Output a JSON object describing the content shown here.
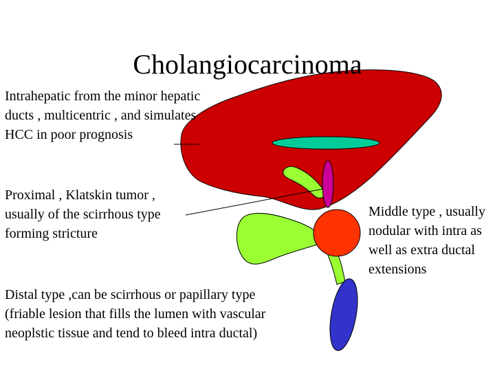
{
  "title": "Cholangiocarcinoma",
  "labels": {
    "intrahepatic": "Intrahepatic from the minor hepatic ducts , multicentric , and simulates HCC in poor prognosis",
    "proximal": "Proximal , Klatskin tumor , usually of the scirrhous type forming stricture",
    "middle": "Middle type , usually nodular with intra as well as extra ductal extensions",
    "distal": "Distal type ,can be scirrhous or papillary type (friable lesion that fills the lumen with vascular neoplstic tissue and tend to bleed intra ductal)"
  },
  "colors": {
    "liver": "#cc0000",
    "gallbladder": "#99ff33",
    "intrahepatic_ducts": "#00cc99",
    "proximal_tumor": "#cc0099",
    "middle_tumor": "#ff3300",
    "distal_tumor": "#3333cc"
  }
}
